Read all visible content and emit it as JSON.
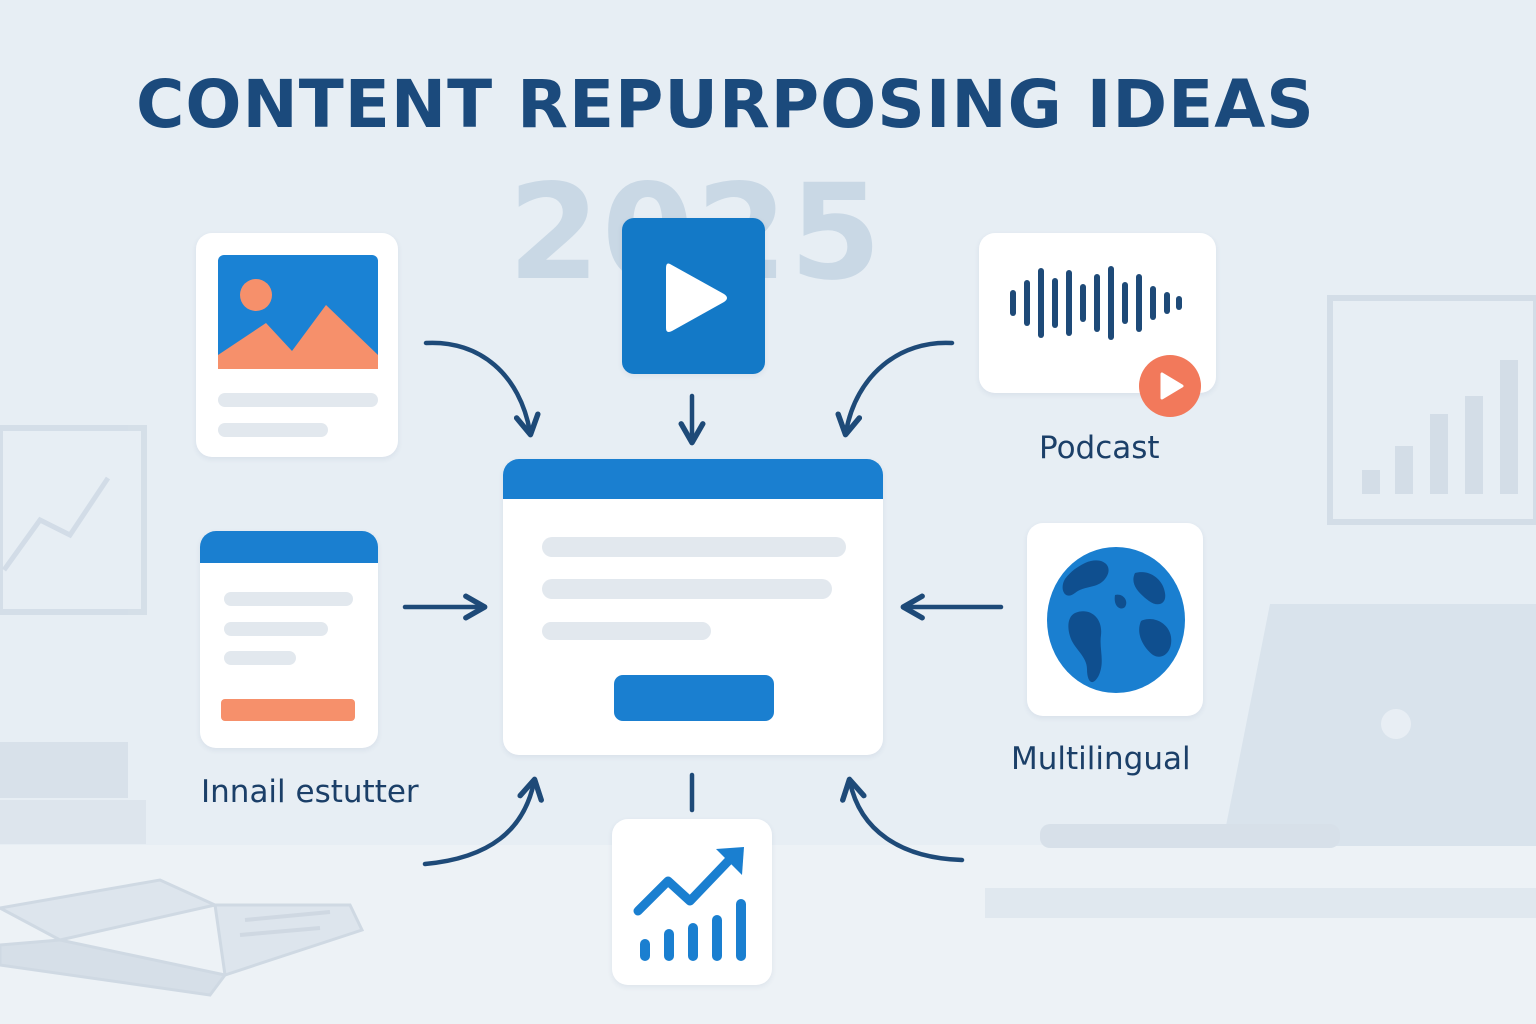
{
  "title": "CONTENT REPURPOSING IDEAS",
  "year": "2025",
  "labels": {
    "podcast": "Podcast",
    "multilingual": "Multilingual",
    "newsletter": "Innail estutter"
  },
  "icons": {
    "blog": "image-article-icon",
    "video": "play-icon",
    "podcast": "soundwave-icon",
    "podcast_badge": "play-badge-icon",
    "newsletter": "email-newsletter-icon",
    "multilingual": "globe-icon",
    "analytics": "growth-chart-icon"
  },
  "colors": {
    "title": "#1b4a7c",
    "accent_blue": "#1a7fd0",
    "accent_orange": "#f6906b",
    "arrow": "#1e4a78",
    "background": "#e6edf3"
  }
}
